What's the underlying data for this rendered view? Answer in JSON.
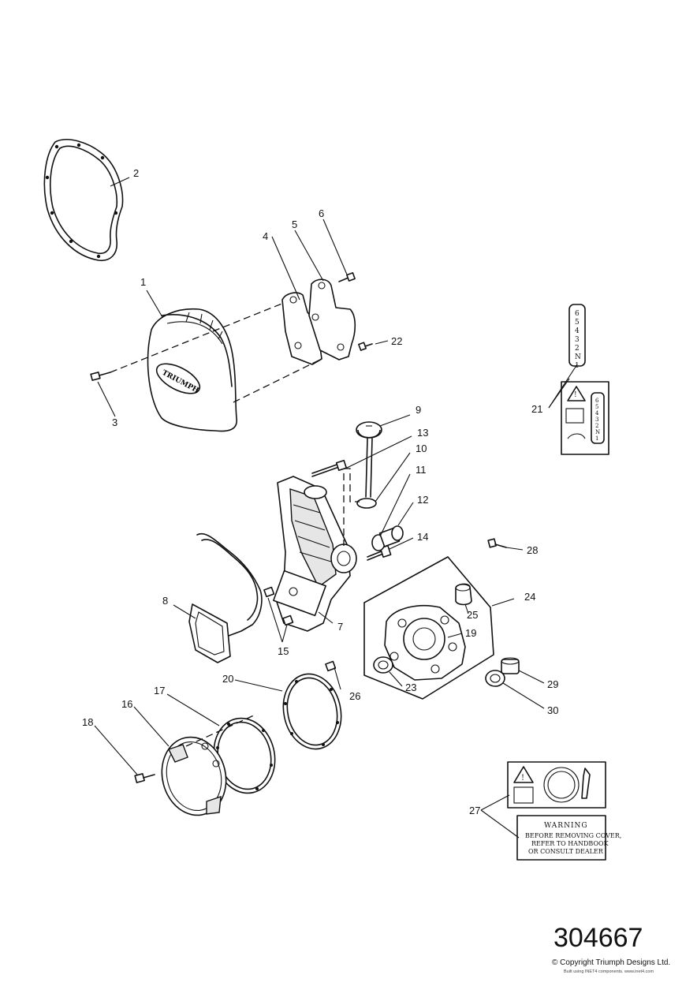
{
  "callouts": [
    "1",
    "2",
    "3",
    "4",
    "5",
    "6",
    "7",
    "8",
    "9",
    "10",
    "11",
    "12",
    "13",
    "14",
    "15",
    "16",
    "17",
    "18",
    "19",
    "20",
    "21",
    "22",
    "23",
    "24",
    "25",
    "26",
    "27",
    "28",
    "29",
    "30"
  ],
  "warning_label": {
    "heading": "WARNING",
    "lines": [
      "BEFORE REMOVING COVER,",
      "REFER TO HANDBOOK",
      "OR CONSULT DEALER"
    ]
  },
  "gear_indicator": [
    "6",
    "5",
    "4",
    "3",
    "2",
    "N",
    "1"
  ],
  "cover_logo": "TRIUMPH",
  "footer": {
    "part_number": "304667",
    "copyright": "© Copyright Triumph Designs Ltd.",
    "credit": "Built using INET4 components. www.inet4.com"
  }
}
